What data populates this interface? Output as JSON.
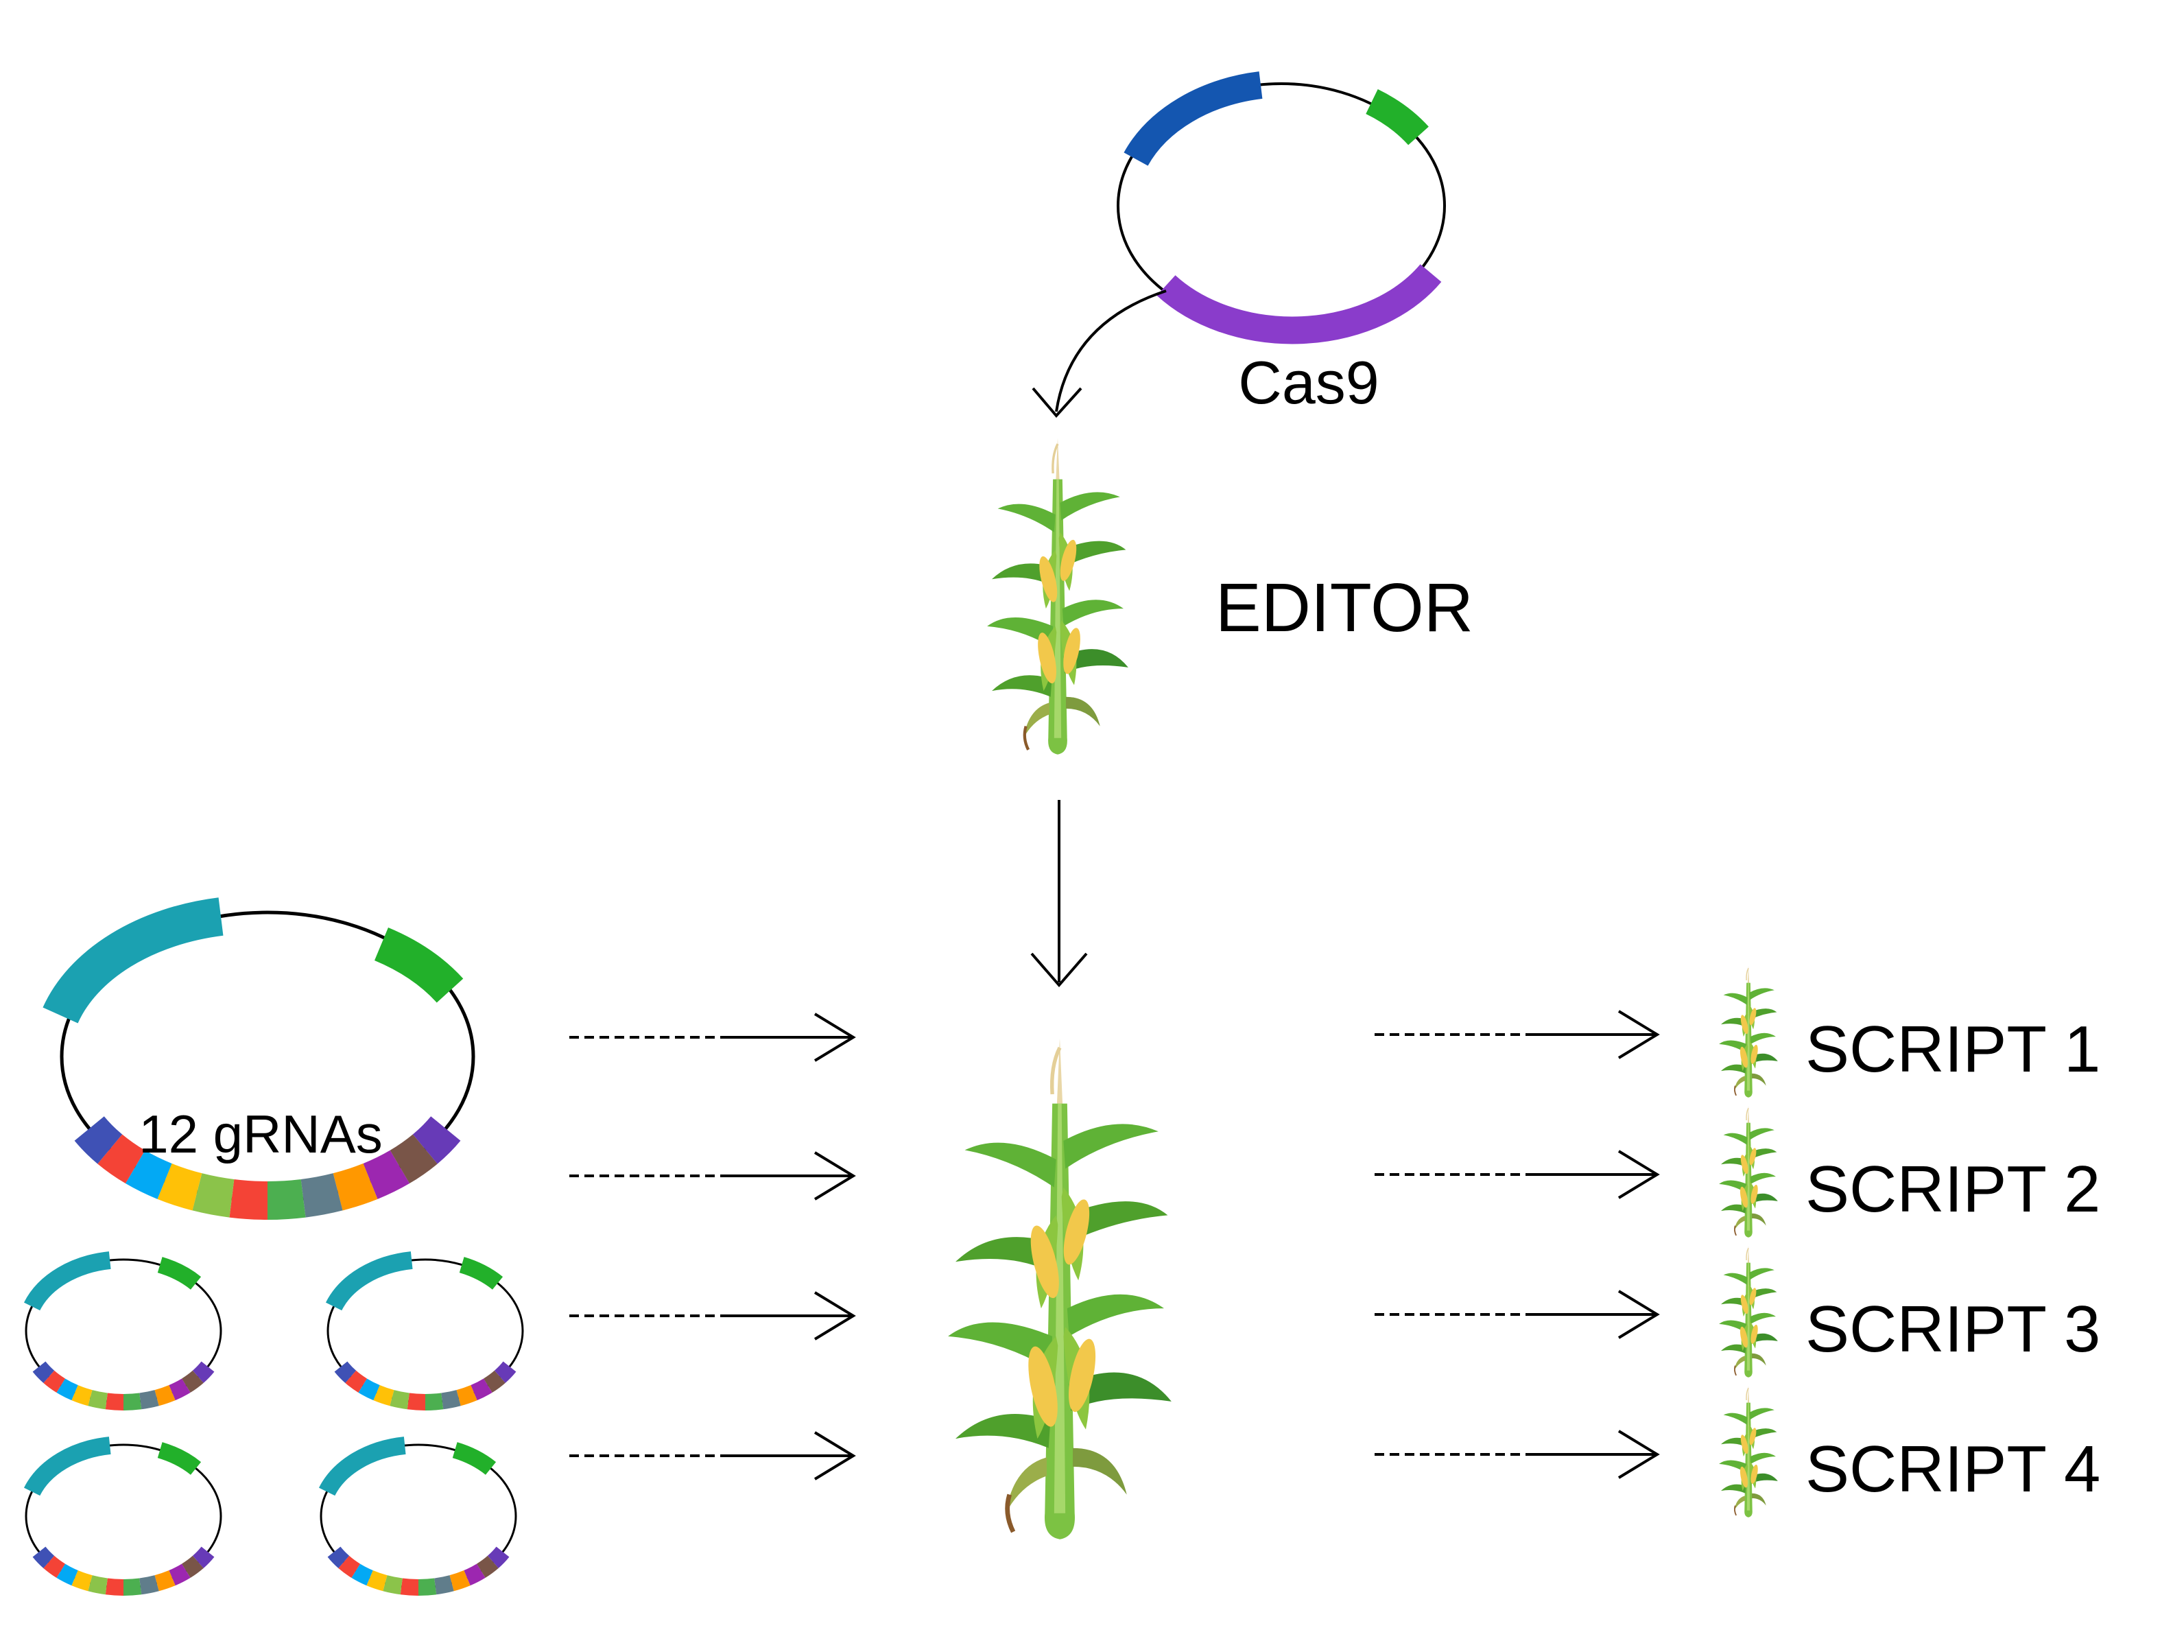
{
  "labels": {
    "cas9": "Cas9",
    "editor": "EDITOR",
    "grnas": "12 gRNAs",
    "scripts": [
      "SCRIPT 1",
      "SCRIPT 2",
      "SCRIPT 3",
      "SCRIPT 4"
    ]
  },
  "colors": {
    "ink": "#000000",
    "cas9_blue": "#1456B0",
    "cas9_purple": "#8A3CCB",
    "marker_green": "#22B02A",
    "plasmid_teal": "#1BA1B1",
    "leaf_green": "#5FB236",
    "leaf_dark": "#3C8E2A",
    "stalk": "#7CC243",
    "cob": "#F2C84B",
    "husk": "#8CC63F",
    "brown": "#8A5A2B"
  },
  "grna_segment_colors": [
    "#3F51B5",
    "#F44336",
    "#03A9F4",
    "#FFC107",
    "#8BC34A",
    "#F44336",
    "#4CAF50",
    "#607D8B",
    "#FF9800",
    "#9C27B0",
    "#795548",
    "#673AB7"
  ],
  "icons": {
    "plasmid": "circular-plasmid-icon",
    "plant": "maize-plant-icon",
    "arrow": "arrow-right-icon"
  }
}
